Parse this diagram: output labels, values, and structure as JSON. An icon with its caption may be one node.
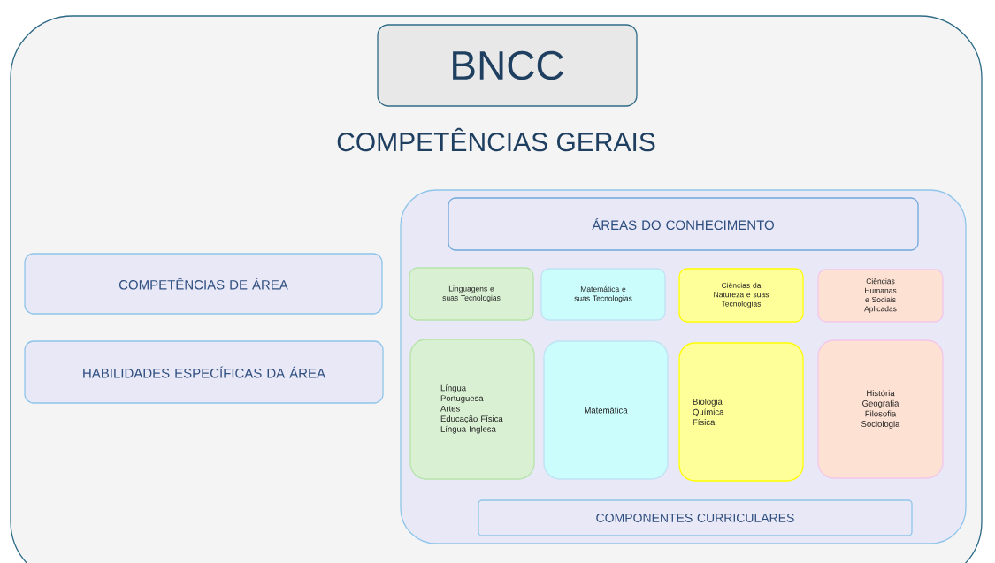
{
  "diagram": {
    "nodes": [
      {
        "text": [
          "COMPETÊNCIAS GERAIS"
        ]
      },
      {
        "text": [
          "BNCC"
        ],
        "in": 0
      },
      {
        "text": [
          "COMPETÊNCIAS DE ÁREA"
        ],
        "in": 0
      },
      {
        "text": [
          "HABILIDADES ESPECÍFICAS DA ÁREA"
        ],
        "in": 0
      },
      {
        "text": [],
        "shape": "box",
        "in": 0
      },
      {
        "text": [
          "ÁREAS DO CONHECIMENTO"
        ],
        "in": 4
      },
      {
        "text": [
          "Linguagens e suas Tecnologias"
        ],
        "in": 4
      },
      {
        "text": [
          "Matemática e suas Tecnologias"
        ],
        "in": 4
      },
      {
        "text": [
          "Ciências da Natureza e suas Tecnologias"
        ],
        "in": 4
      },
      {
        "text": [
          "Ciências Humanas e Sociais Aplicadas"
        ],
        "in": 4
      },
      {
        "text": [
          "Língua Portuguesa",
          "Artes",
          "Educação Física",
          "Língua Inglesa"
        ],
        "in": 4
      },
      {
        "text": [
          "Matemática"
        ],
        "in": 4
      },
      {
        "text": [
          "Biologia",
          "Química",
          "Física"
        ],
        "in": 4
      },
      {
        "text": [
          "História",
          "Geografia",
          "Filosofia",
          "Sociologia"
        ],
        "in": 4
      },
      {
        "text": [
          "COMPONENTES CURRICULARES"
        ],
        "in": 4
      }
    ]
  }
}
